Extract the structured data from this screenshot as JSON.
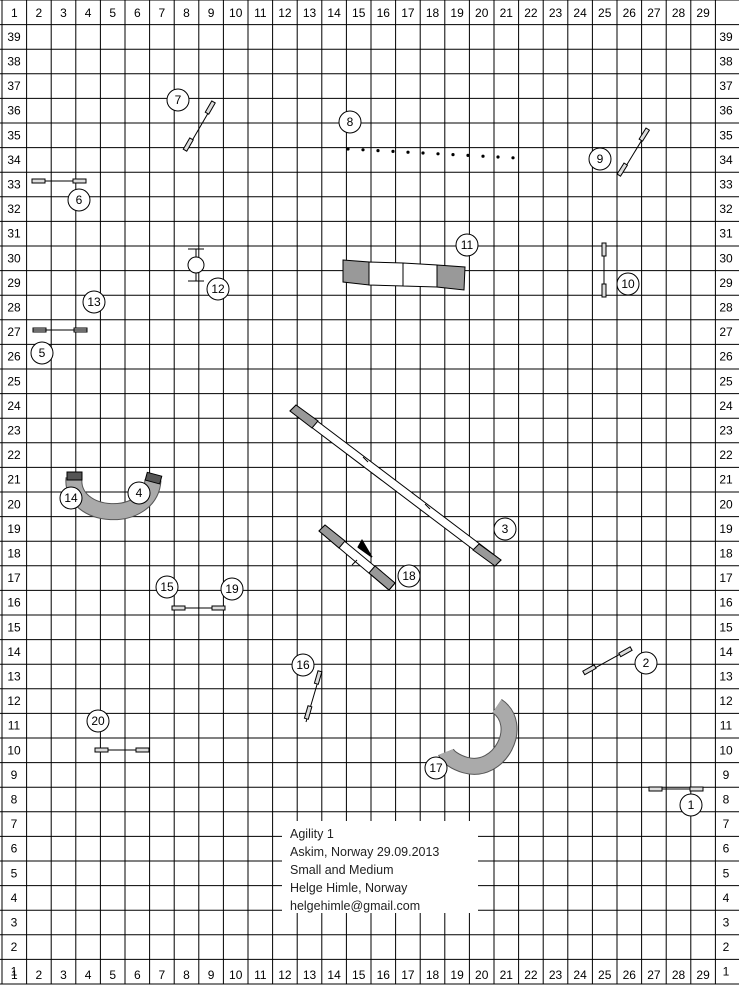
{
  "course": {
    "columns": [
      "1",
      "2",
      "3",
      "4",
      "5",
      "6",
      "7",
      "8",
      "9",
      "10",
      "11",
      "12",
      "13",
      "14",
      "15",
      "16",
      "17",
      "18",
      "19",
      "20",
      "21",
      "22",
      "23",
      "24",
      "25",
      "26",
      "27",
      "28",
      "29"
    ],
    "rows": [
      "39",
      "38",
      "37",
      "36",
      "35",
      "34",
      "33",
      "32",
      "31",
      "30",
      "29",
      "28",
      "27",
      "26",
      "25",
      "24",
      "23",
      "22",
      "21",
      "20",
      "19",
      "18",
      "17",
      "16",
      "15",
      "14",
      "13",
      "12",
      "11",
      "10",
      "9",
      "8",
      "7",
      "6",
      "5",
      "4",
      "3",
      "2",
      "1"
    ],
    "numbers": [
      "1",
      "2",
      "3",
      "4",
      "5",
      "6",
      "7",
      "8",
      "9",
      "10",
      "11",
      "12",
      "13",
      "14",
      "15",
      "16",
      "17",
      "18",
      "19",
      "20"
    ]
  },
  "info": {
    "line1": "Agility 1",
    "line2": "Askim, Norway 29.09.2013",
    "line3": "Small and Medium",
    "line4": "Helge Himle, Norway",
    "line5": "helgehimle@gmail.com"
  }
}
